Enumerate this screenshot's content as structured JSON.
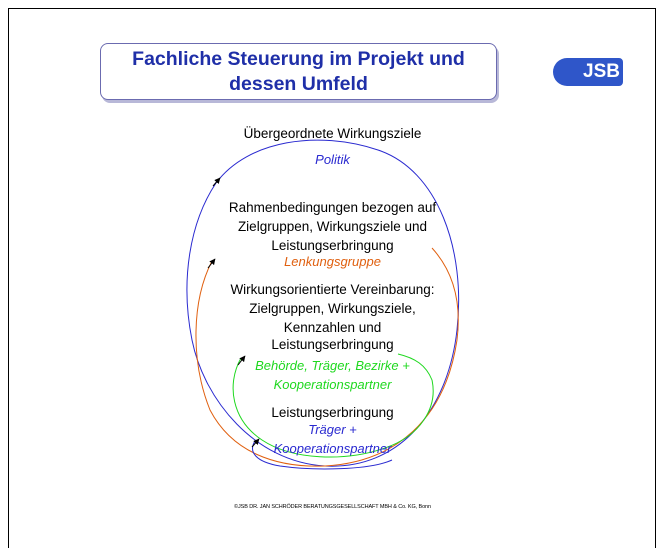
{
  "title": {
    "line1": "Fachliche Steuerung im Projekt und",
    "line2": "dessen Umfeld"
  },
  "logo": "JSB",
  "levels": [
    {
      "heading": "Übergeordnete Wirkungsziele",
      "actor": "Politik",
      "color": "#2a2ad0"
    },
    {
      "heading_lines": [
        "Rahmenbedingungen bezogen auf",
        "Zielgruppen, Wirkungsziele und",
        "Leistungserbringung"
      ],
      "actor": "Lenkungsgruppe",
      "color": "#e06010"
    },
    {
      "heading_lines": [
        "Wirkungsorientierte Vereinbarung:",
        "Zielgruppen, Wirkungsziele,",
        "Kennzahlen und",
        "Leistungserbringung"
      ],
      "actor_lines": [
        "Behörde, Träger, Bezirke +",
        "Kooperationspartner"
      ],
      "color": "#1fd81f"
    },
    {
      "heading": "Leistungserbringung",
      "actor_lines": [
        "Träger +",
        "Kooperationspartner"
      ],
      "color": "#2a2ad0"
    }
  ],
  "copyright": "©JSB DR. JAN SCHRÖDER BERATUNGSGESELLSCHAFT MBH & Co. KG, Bonn"
}
